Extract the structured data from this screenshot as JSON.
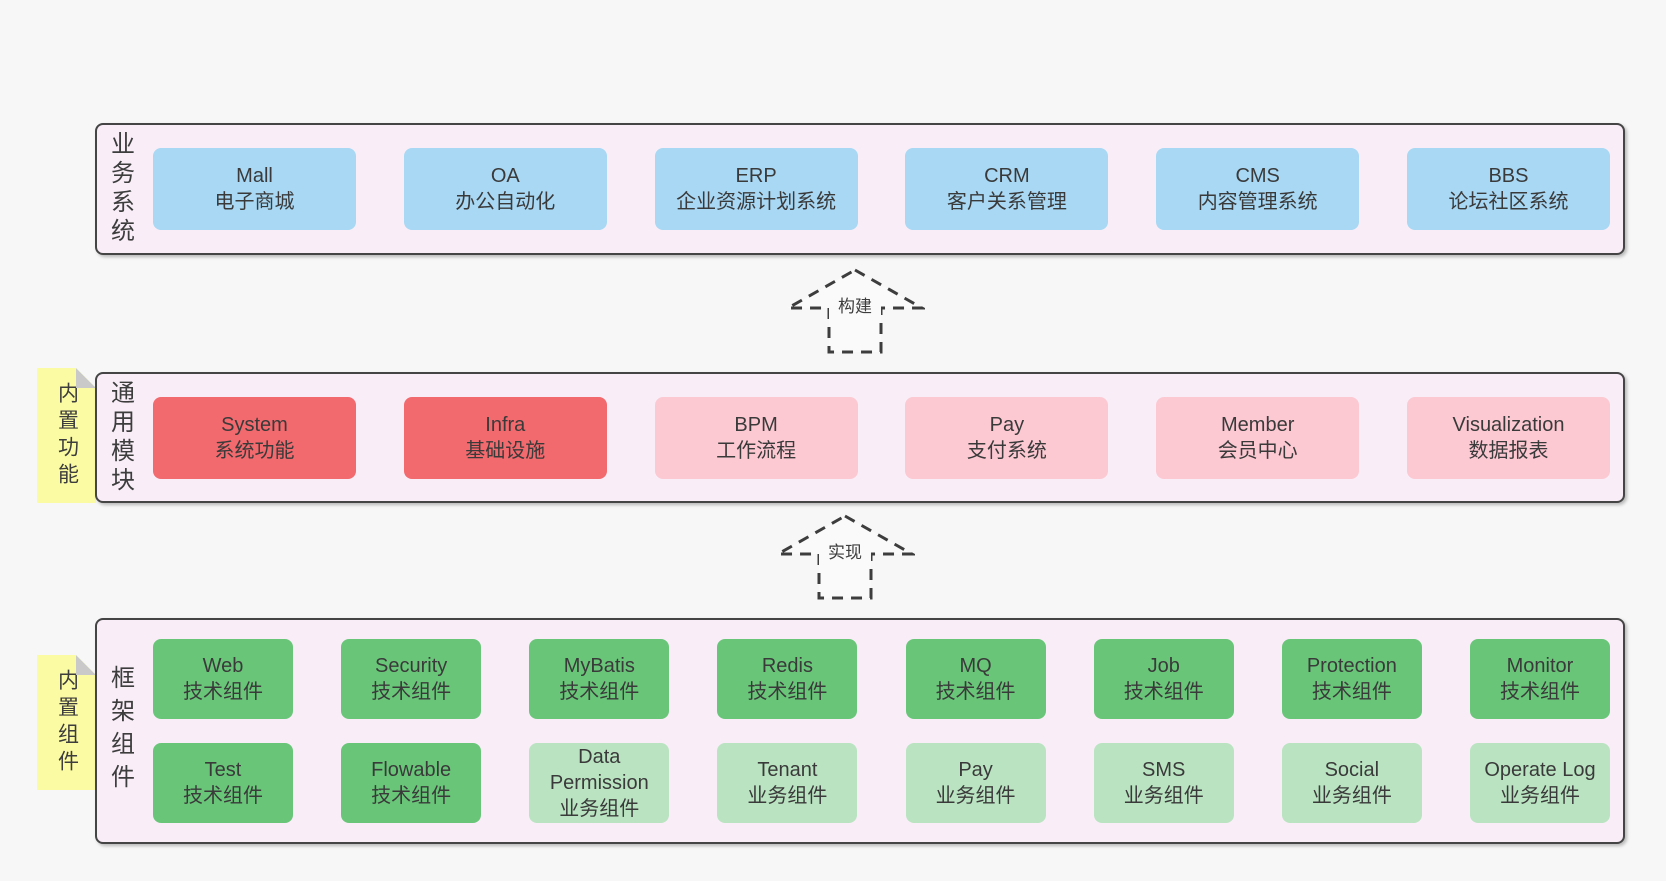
{
  "colors": {
    "page_bg": "#f7f7f7",
    "container_bg": "#f9eef8",
    "container_border": "#454545",
    "blue": "#a8d8f4",
    "red": "#f2696e",
    "pink": "#fcc9d3",
    "green": "#69c679",
    "light_green": "#bae4c1",
    "sticky_yellow": "#fbfba4",
    "text": "#3d3d3d"
  },
  "sections": {
    "business": {
      "label": "业务系统",
      "items": [
        {
          "name": "Mall",
          "desc": "电子商城",
          "variant": "blue"
        },
        {
          "name": "OA",
          "desc": "办公自动化",
          "variant": "blue"
        },
        {
          "name": "ERP",
          "desc": "企业资源计划系统",
          "variant": "blue"
        },
        {
          "name": "CRM",
          "desc": "客户关系管理",
          "variant": "blue"
        },
        {
          "name": "CMS",
          "desc": "内容管理系统",
          "variant": "blue"
        },
        {
          "name": "BBS",
          "desc": "论坛社区系统",
          "variant": "blue"
        }
      ]
    },
    "modules": {
      "label": "通用模块",
      "sticky": "内置功能",
      "items": [
        {
          "name": "System",
          "desc": "系统功能",
          "variant": "red"
        },
        {
          "name": "Infra",
          "desc": "基础设施",
          "variant": "red"
        },
        {
          "name": "BPM",
          "desc": "工作流程",
          "variant": "pink"
        },
        {
          "name": "Pay",
          "desc": "支付系统",
          "variant": "pink"
        },
        {
          "name": "Member",
          "desc": "会员中心",
          "variant": "pink"
        },
        {
          "name": "Visualization",
          "desc": "数据报表",
          "variant": "pink"
        }
      ]
    },
    "components": {
      "label": "框架组件",
      "sticky": "内置组件",
      "row1": [
        {
          "name": "Web",
          "desc": "技术组件",
          "variant": "green"
        },
        {
          "name": "Security",
          "desc": "技术组件",
          "variant": "green"
        },
        {
          "name": "MyBatis",
          "desc": "技术组件",
          "variant": "green"
        },
        {
          "name": "Redis",
          "desc": "技术组件",
          "variant": "green"
        },
        {
          "name": "MQ",
          "desc": "技术组件",
          "variant": "green"
        },
        {
          "name": "Job",
          "desc": "技术组件",
          "variant": "green"
        },
        {
          "name": "Protection",
          "desc": "技术组件",
          "variant": "green"
        },
        {
          "name": "Monitor",
          "desc": "技术组件",
          "variant": "green"
        }
      ],
      "row2": [
        {
          "name": "Test",
          "desc": "技术组件",
          "variant": "green"
        },
        {
          "name": "Flowable",
          "desc": "技术组件",
          "variant": "green"
        },
        {
          "name": "Data Permission",
          "desc": "业务组件",
          "variant": "light-green"
        },
        {
          "name": "Tenant",
          "desc": "业务组件",
          "variant": "light-green"
        },
        {
          "name": "Pay",
          "desc": "业务组件",
          "variant": "light-green"
        },
        {
          "name": "SMS",
          "desc": "业务组件",
          "variant": "light-green"
        },
        {
          "name": "Social",
          "desc": "业务组件",
          "variant": "light-green"
        },
        {
          "name": "Operate Log",
          "desc": "业务组件",
          "variant": "light-green"
        }
      ]
    }
  },
  "arrows": {
    "build": {
      "label": "构建"
    },
    "implement": {
      "label": "实现"
    }
  }
}
